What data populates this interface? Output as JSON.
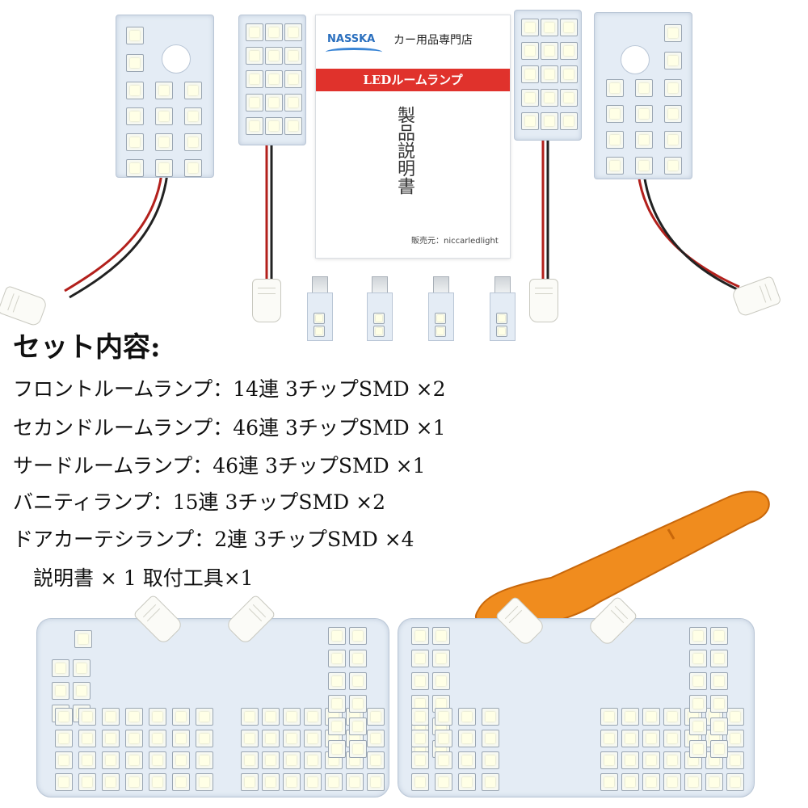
{
  "leaflet": {
    "brand": "NASSKA",
    "shop": "カー用品専門店",
    "banner": "LEDルームランプ",
    "title": "製品説明書",
    "seller": "販売元：niccarledlight"
  },
  "contents": {
    "heading": "セット内容:",
    "lines": [
      "フロントルームランプ：14連 3チップSMD ×2",
      "セカンドルームランプ：46連 3チップSMD ×1",
      "サードルームランプ：46連 3チップSMD ×1",
      "バニティランプ：15連 3チップSMD ×2",
      "ドアカーテシランプ：2連 3チップSMD ×4",
      "　説明書 × 1 取付工具×1"
    ]
  },
  "colors": {
    "banner": "#e0322c",
    "brand": "#2a6fbe",
    "pcb": "#e4ecf5",
    "tool": "#f08c1e"
  }
}
